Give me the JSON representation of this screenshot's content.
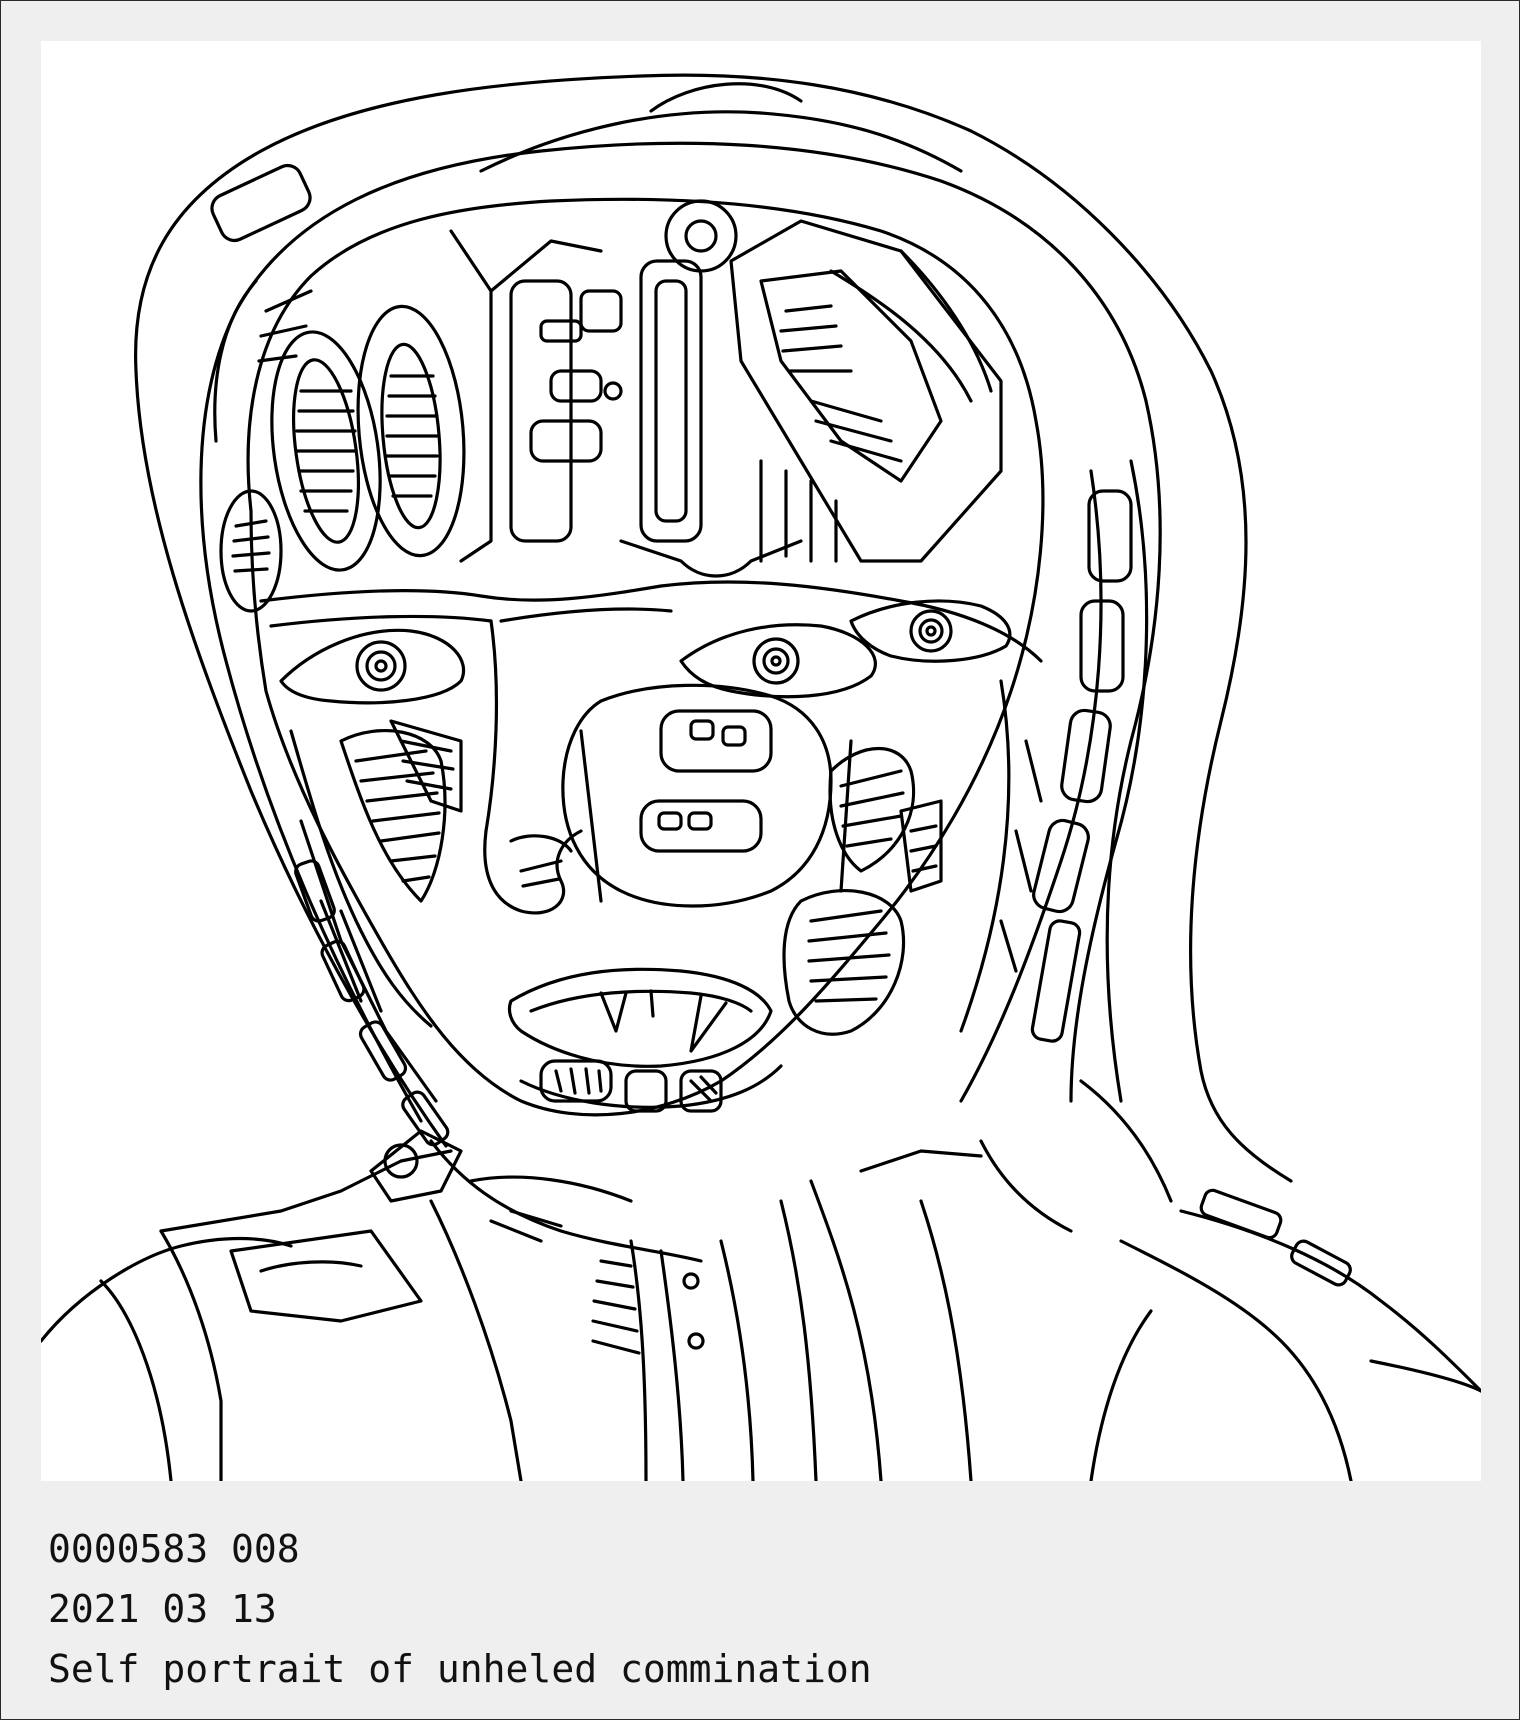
{
  "card": {
    "background_color": "#efefef",
    "art_background_color": "#ffffff",
    "line_color": "#000000"
  },
  "artwork": {
    "icon": "hooded-figure-line-drawing"
  },
  "caption": {
    "id_line": "0000583 008",
    "date_line": "2021 03 13",
    "title_line": "Self portrait of unheled commination"
  }
}
